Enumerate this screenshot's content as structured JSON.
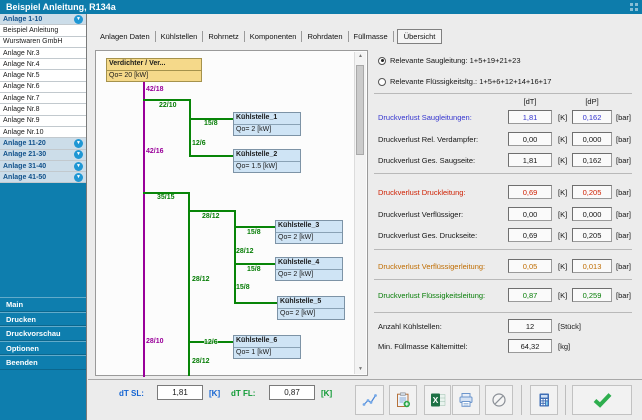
{
  "colors": {
    "titlebar_teal": "#0d7cab",
    "sidebar_group_bg": "#ccdde9",
    "pipe_magenta": "#990099",
    "pipe_green": "#088508",
    "text_blue": "#3434cf",
    "text_red": "#cf1f00",
    "text_orange": "#bf6c00",
    "text_green": "#067d06",
    "root_box_yellow": "#f5d98a",
    "node_box_blue": "#cfe4f5",
    "ok_check_green": "#2eae4e"
  },
  "window": {
    "title": "Beispiel Anleitung, R134a"
  },
  "icons": {
    "group_expand": "▼",
    "scroll_up": "▲",
    "scroll_down": "▼"
  },
  "sidebar": {
    "items": [
      {
        "label": "Anlage 1-10",
        "type": "group"
      },
      {
        "label": "Beispiel Anleitung",
        "type": "item"
      },
      {
        "label": "Wurstwaren GmbH",
        "type": "item"
      },
      {
        "label": "Anlage Nr.3",
        "type": "item"
      },
      {
        "label": "Anlage Nr.4",
        "type": "item"
      },
      {
        "label": "Anlage Nr.5",
        "type": "item"
      },
      {
        "label": "Anlage Nr.6",
        "type": "item"
      },
      {
        "label": "Anlage Nr.7",
        "type": "item"
      },
      {
        "label": "Anlage Nr.8",
        "type": "item"
      },
      {
        "label": "Anlage Nr.9",
        "type": "item"
      },
      {
        "label": "Anlage Nr.10",
        "type": "item"
      },
      {
        "label": "Anlage 11-20",
        "type": "group"
      },
      {
        "label": "Anlage 21-30",
        "type": "group"
      },
      {
        "label": "Anlage 31-40",
        "type": "group"
      },
      {
        "label": "Anlage 41-50",
        "type": "group"
      }
    ],
    "menu": [
      {
        "label": "Main"
      },
      {
        "label": "Drucken"
      },
      {
        "label": "Druckvorschau"
      },
      {
        "label": "Optionen"
      },
      {
        "label": "Beenden"
      }
    ]
  },
  "tabs": {
    "items": [
      "Anlagen Daten",
      "Kühlstellen",
      "Rohrnetz",
      "Komponenten",
      "Rohrdaten",
      "Füllmasse",
      "Übersicht"
    ],
    "selected": "Übersicht"
  },
  "tree": {
    "root": {
      "title": "Verdichter / Ver...",
      "subtitle": "Qo= 20 [kW]"
    },
    "nodes": [
      {
        "title": "Kühlstelle_1",
        "subtitle": "Qo= 2 [kW]"
      },
      {
        "title": "Kühlstelle_2",
        "subtitle": "Qo= 1.5 [kW]"
      },
      {
        "title": "Kühlstelle_3",
        "subtitle": "Qo= 2 [kW]"
      },
      {
        "title": "Kühlstelle_4",
        "subtitle": "Qo= 2 [kW]"
      },
      {
        "title": "Kühlstelle_5",
        "subtitle": "Qo= 2 [kW]"
      },
      {
        "title": "Kühlstelle_6",
        "subtitle": "Qo= 1 [kW]"
      }
    ],
    "labels": [
      {
        "text": "42/18",
        "color": "magenta"
      },
      {
        "text": "22/10",
        "color": "green"
      },
      {
        "text": "15/8",
        "color": "green"
      },
      {
        "text": "12/6",
        "color": "green"
      },
      {
        "text": "42/16",
        "color": "magenta"
      },
      {
        "text": "35/15",
        "color": "green"
      },
      {
        "text": "28/12",
        "color": "green"
      },
      {
        "text": "15/8",
        "color": "green"
      },
      {
        "text": "28/12",
        "color": "green"
      },
      {
        "text": "15/8",
        "color": "green"
      },
      {
        "text": "28/12",
        "color": "green"
      },
      {
        "text": "15/8",
        "color": "green"
      },
      {
        "text": "28/10",
        "color": "magenta"
      },
      {
        "text": "12/6",
        "color": "green"
      },
      {
        "text": "28/12",
        "color": "green"
      }
    ]
  },
  "details": {
    "radio_saugleitung": "Relevante Saugleitung: 1+5+19+21+23",
    "radio_fluessigkeit": "Relevante Flüssigkeitsltg.: 1+5+6+12+14+16+17",
    "col_dt": "[dT]",
    "col_dp": "[dP]",
    "rows": [
      {
        "label": "Druckverlust Saugleitungen:",
        "dt": "1,81",
        "dt_unit": "[K]",
        "dp": "0,162",
        "dp_unit": "[bar]",
        "color": "blue"
      },
      {
        "label": "Druckverlust Rel. Verdampfer:",
        "dt": "0,00",
        "dt_unit": "[K]",
        "dp": "0,000",
        "dp_unit": "[bar]",
        "color": "black"
      },
      {
        "label": "Druckverlust Ges. Saugseite:",
        "dt": "1,81",
        "dt_unit": "[K]",
        "dp": "0,162",
        "dp_unit": "[bar]",
        "color": "black"
      },
      {
        "label": "Druckverlust Druckleitung:",
        "dt": "0,69",
        "dt_unit": "[K]",
        "dp": "0,205",
        "dp_unit": "[bar]",
        "color": "red"
      },
      {
        "label": "Druckverlust Verflüssiger:",
        "dt": "0,00",
        "dt_unit": "[K]",
        "dp": "0,000",
        "dp_unit": "[bar]",
        "color": "black"
      },
      {
        "label": "Druckverlust Ges. Druckseite:",
        "dt": "0,69",
        "dt_unit": "[K]",
        "dp": "0,205",
        "dp_unit": "[bar]",
        "color": "black"
      },
      {
        "label": "Druckverlust Verflüssigerleitung:",
        "dt": "0,05",
        "dt_unit": "[K]",
        "dp": "0,013",
        "dp_unit": "[bar]",
        "color": "orange"
      },
      {
        "label": "Druckverlust Flüssigkeitsleitung:",
        "dt": "0,87",
        "dt_unit": "[K]",
        "dp": "0,259",
        "dp_unit": "[bar]",
        "color": "green"
      }
    ],
    "summary": [
      {
        "label": "Anzahl Kühlstellen:",
        "value": "12",
        "unit": "[Stück]"
      },
      {
        "label": "Min. Füllmasse Kältemittel:",
        "value": "64,32",
        "unit": "[kg]"
      }
    ]
  },
  "footer": {
    "dt_sl_label": "dT SL:",
    "dt_sl_value": "1,81",
    "dt_sl_unit": "[K]",
    "dt_fl_label": "dT FL:",
    "dt_fl_value": "0,87",
    "dt_fl_unit": "[K]",
    "buttons": [
      "chart",
      "report",
      "excel-export",
      "print",
      "cancel",
      "calculator",
      "ok"
    ]
  }
}
